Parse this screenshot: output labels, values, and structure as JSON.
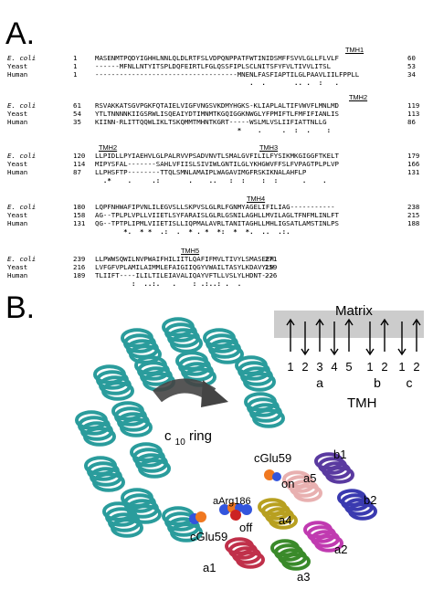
{
  "panel_a_label": "A.",
  "panel_b_label": "B.",
  "alignment": [
    {
      "tmh": [
        {
          "label": "TMH1",
          "left": 0
        }
      ],
      "rows": [
        {
          "species": "E. coli",
          "start": "1",
          "seq": "MASENMTPQDYIGHHLNNLQLDLRTFSLVDPQNPPATFWTINIDSMFFSVVLGLLFLVLF",
          "end": "60"
        },
        {
          "species": "Yeast",
          "start": "1",
          "seq": "------MFNLLNTYITSPLDQFEIRTLFGLQSSFIPLSCLNITSFYFVLTIVVLITSL",
          "end": "53"
        },
        {
          "species": "Human",
          "start": "1",
          "seq": "-----------------------------------MNENLFASFIAPTILGLPAAVLIILFPPLL",
          "end": "34"
        }
      ],
      "consensus": "                                      .  .       .. .  :   .  "
    },
    {
      "tmh": [
        {
          "label": "TMH2",
          "left": 0
        }
      ],
      "rows": [
        {
          "species": "E. coli",
          "start": "61",
          "seq": "RSVAKKATSGVPGKFQTAIELVIGFVNGSVKDMYHGKS-KLIAPLALTIFVWVFLMNLMD",
          "end": "119"
        },
        {
          "species": "Yeast",
          "start": "54",
          "seq": "YTLTNNNNKIIGSRWLISQEAIYDTIMNMTKGQIGGKNWGLYFPMIFTLFMFIFIANLIS",
          "end": "113"
        },
        {
          "species": "Human",
          "start": "35",
          "seq": "KIINN-RLITTQQWLIKLTSKQMMTMHNTKGRT-----WSLMLVSLIIFIATTNLLG",
          "end": "86"
        }
      ],
      "consensus": "                                   *    .     .  :  .    :  "
    },
    {
      "tmh": [
        {
          "label": "TMH2",
          "left": 0
        },
        {
          "label": "TMH3",
          "left": 0
        }
      ],
      "rows": [
        {
          "species": "E. coli",
          "start": "120",
          "seq": "LLPIDLLPYIAEHVLGLPALRVVPSADVNVTLSMALGVFILILFYSIKMKGIGGFTKELT",
          "end": "179"
        },
        {
          "species": "Yeast",
          "start": "114",
          "seq": "MIPYSFAL-------SAHLVFIISLSIVIWLGNTILGLYKHGWVFFSLFVPAGTPLPLVP",
          "end": "166"
        },
        {
          "species": "Human",
          "start": "87",
          "seq": "LLPHSFTP--------TTQLSMNLAMAIPLWAGAVIMGFRSKIKNALAHFLP",
          "end": "131"
        }
      ],
      "consensus": "  .*    .     .:       .    ..   :  :    :  :      .    .   "
    },
    {
      "tmh": [
        {
          "label": "TMH4",
          "left": 0
        }
      ],
      "rows": [
        {
          "species": "E. coli",
          "start": "180",
          "seq": "LQPFNHWAFIPVNLILEGVSLLSKPVSLGLRLFGNMYAGELIFILIAG-----------",
          "end": "238"
        },
        {
          "species": "Yeast",
          "start": "158",
          "seq": "AG--TPLPLVPLLVIIETLSYFARAISLGLRLGSNILAGHLLMVILAGLTFNFMLINLFT",
          "end": "215"
        },
        {
          "species": "Human",
          "start": "131",
          "seq": "QG--TPTPLIPMLVIIETISLLIQPMALAVRLTANITAGHLLMHLIGSATLAMSTINLPS",
          "end": "188"
        }
      ],
      "consensus": "       *.  * *  .:  .  * . *  *:  *  *.  ..  .:.  "
    },
    {
      "tmh": [
        {
          "label": "TMH5",
          "left": 0
        }
      ],
      "rows": [
        {
          "species": "E. coli",
          "start": "239",
          "seq": "LLPWWSQWILNVPWAIFHILIITLQAFIFMVLTIVYLSMASEEH",
          "end": "271"
        },
        {
          "species": "Yeast",
          "start": "216",
          "seq": "LVFGFVPLAMILAIMMLEFAIGIIQGYVWAILTASYLKDAVYLH",
          "end": "259"
        },
        {
          "species": "Human",
          "start": "189",
          "seq": "TLIIFT----ILILTILEIAVALIQAYVFTLLVSLYLHDNT---",
          "end": "226"
        }
      ],
      "consensus": "         :  ..:.   .    : .:..: .  .    "
    }
  ],
  "tmh_labels": [
    "TMH1",
    "TMH2",
    "TMH2",
    "TMH3",
    "TMH4",
    "TMH5"
  ],
  "panel_b": {
    "matrix_label": "Matrix",
    "tmh_label": "TMH",
    "helix_numbers": [
      "1",
      "2",
      "3",
      "4",
      "5",
      "1",
      "2",
      "1",
      "2"
    ],
    "subunit_groups": [
      "a",
      "b",
      "c"
    ],
    "ring_label": "c",
    "ring_subscript": "10",
    "ring_suffix": "ring",
    "labels": {
      "cglu59_top": "cGlu59",
      "cglu59_bottom": "cGlu59",
      "aarg186": "aArg186",
      "on": "on",
      "off": "off",
      "a1": "a1",
      "a2": "a2",
      "a3": "a3",
      "a4": "a4",
      "a5": "a5",
      "b1": "b1",
      "b2": "b2"
    }
  },
  "colors": {
    "helix_teal": "#2a9c9c",
    "highlight_yellow": "#f5c518",
    "highlight_blue": "#6fa8dc",
    "highlight_red": "#e02020",
    "matrix_band": "#cccccc"
  }
}
